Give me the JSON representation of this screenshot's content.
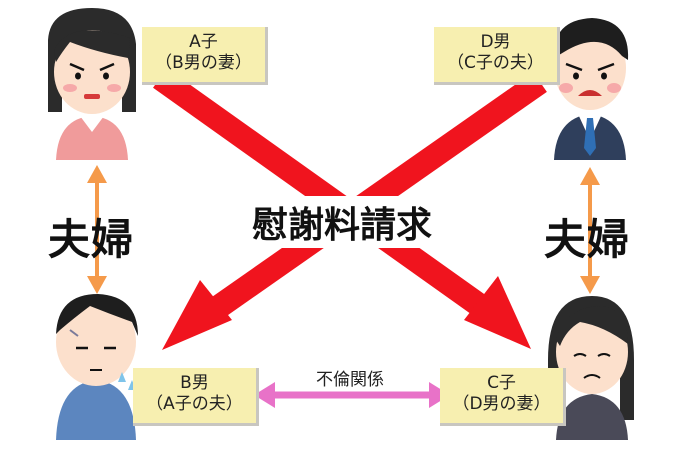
{
  "persons": {
    "a": {
      "name": "A子",
      "relation": "（B男の妻）"
    },
    "b": {
      "name": "B男",
      "relation": "（A子の夫）"
    },
    "c": {
      "name": "C子",
      "relation": "（D男の妻）"
    },
    "d": {
      "name": "D男",
      "relation": "（C子の夫）"
    }
  },
  "center_label": "慰謝料請求",
  "couple_label_left": "夫婦",
  "couple_label_right": "夫婦",
  "affair_label": "不倫関係",
  "colors": {
    "claim_arrow": "#f0141e",
    "couple_arrow": "#f59a4a",
    "affair_arrow": "#e872c8",
    "label_bg": "#f7efb0"
  }
}
